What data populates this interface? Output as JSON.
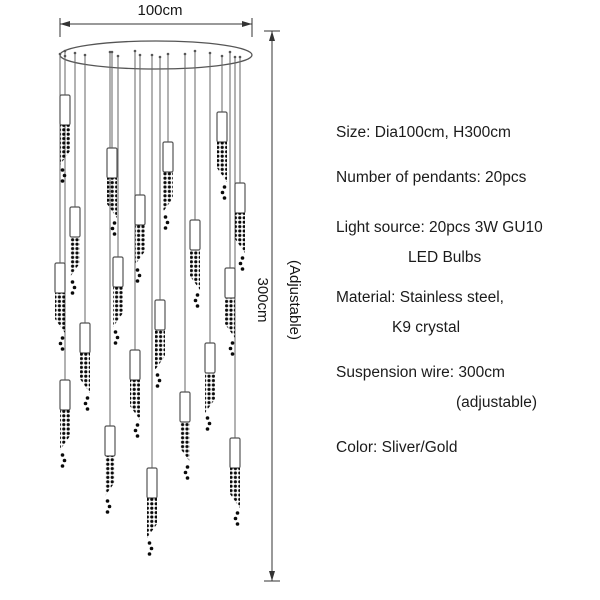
{
  "diagram": {
    "width_label": "100cm",
    "height_label": "300cm",
    "height_sublabel": "(Adjustable)"
  },
  "specs": {
    "size": "Size: Dia100cm, H300cm",
    "pendants": "Number of pendants: 20pcs",
    "light_source_line1": "Light source: 20pcs 3W GU10",
    "light_source_line2": "LED Bulbs",
    "material_line1": "Material: Stainless steel,",
    "material_line2": "K9 crystal",
    "suspension_line1": "Suspension wire: 300cm",
    "suspension_line2": "(adjustable)",
    "color": "Color: Sliver/Gold"
  }
}
